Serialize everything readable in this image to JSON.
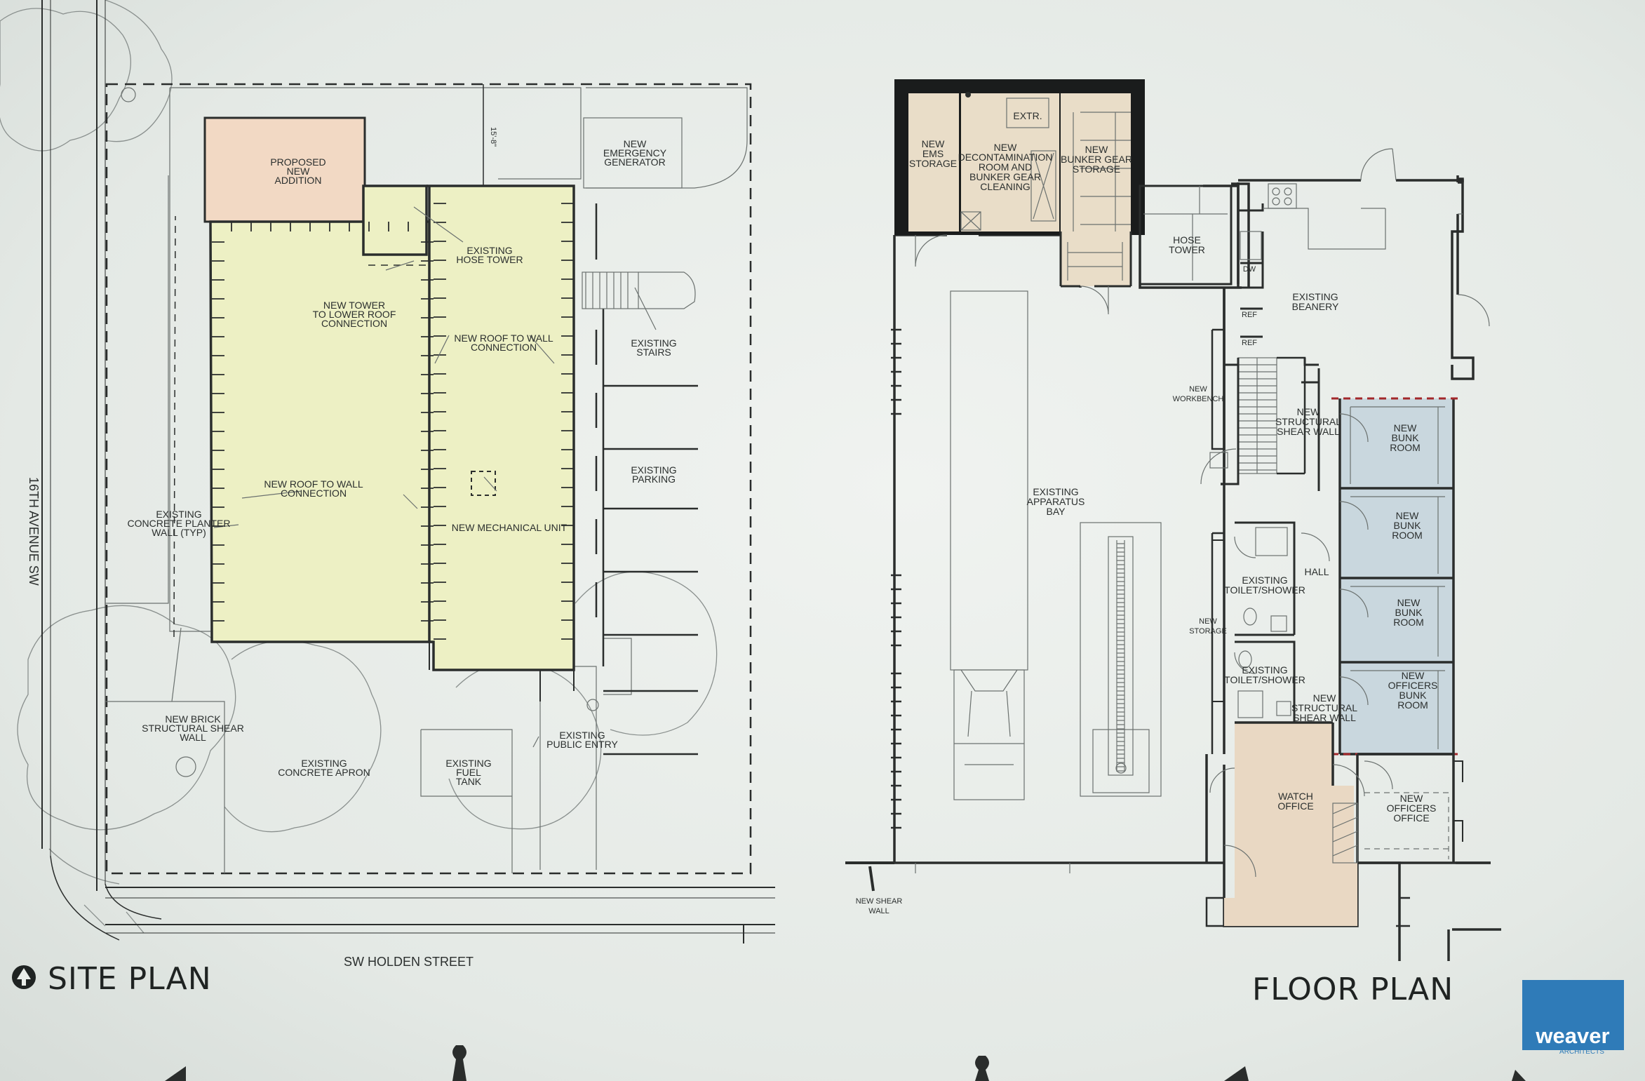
{
  "site_plan": {
    "title": "SITE PLAN",
    "north_arrow_icon": "north-arrow-icon",
    "streets": {
      "west": "16TH AVENUE SW",
      "south": "SW HOLDEN STREET"
    },
    "dimension": "15'-8\"",
    "labels": {
      "proposed_addition": [
        "PROPOSED",
        "NEW",
        "ADDITION"
      ],
      "emergency_generator": [
        "NEW",
        "EMERGENCY",
        "GENERATOR"
      ],
      "hose_tower": [
        "EXISTING",
        "HOSE TOWER"
      ],
      "tower_connection": [
        "NEW TOWER",
        "TO LOWER ROOF",
        "CONNECTION"
      ],
      "roof_wall_right": [
        "NEW ROOF TO WALL",
        "CONNECTION"
      ],
      "existing_stairs": [
        "EXISTING",
        "STAIRS"
      ],
      "existing_parking": [
        "EXISTING",
        "PARKING"
      ],
      "roof_wall_left": [
        "NEW ROOF TO WALL",
        "CONNECTION"
      ],
      "mechanical_unit": [
        "NEW MECHANICAL UNIT"
      ],
      "planter_wall": [
        "EXISTING",
        "CONCRETE PLANTER",
        "WALL (TYP)"
      ],
      "brick_shear_wall": [
        "NEW BRICK",
        "STRUCTURAL SHEAR",
        "WALL"
      ],
      "concrete_apron": [
        "EXISTING",
        "CONCRETE APRON"
      ],
      "fuel_tank": [
        "EXISTING",
        "FUEL",
        "TANK"
      ],
      "public_entry": [
        "EXISTING",
        "PUBLIC ENTRY"
      ]
    }
  },
  "floor_plan": {
    "title": "FLOOR PLAN",
    "labels": {
      "ems_storage": [
        "NEW",
        "EMS",
        "STORAGE"
      ],
      "decon_room": [
        "NEW",
        "DECONTAMINATION",
        "ROOM AND",
        "BUNKER GEAR",
        "CLEANING"
      ],
      "extr": [
        "EXTR."
      ],
      "bunker_storage": [
        "NEW",
        "BUNKER GEAR",
        "STORAGE"
      ],
      "hose_tower": [
        "HOSE",
        "TOWER"
      ],
      "dw": [
        "DW"
      ],
      "ref1": [
        "REF"
      ],
      "ref2": [
        "REF"
      ],
      "beanery": [
        "EXISTING",
        "BEANERY"
      ],
      "workbench": [
        "NEW",
        "WORKBENCH"
      ],
      "shear_wall_top": [
        "NEW",
        "STRUCTURAL",
        "SHEAR WALL"
      ],
      "bunk1": [
        "NEW",
        "BUNK",
        "ROOM"
      ],
      "bunk2": [
        "NEW",
        "BUNK",
        "ROOM"
      ],
      "bunk3": [
        "NEW",
        "BUNK",
        "ROOM"
      ],
      "officers_bunk": [
        "NEW",
        "OFFICERS",
        "BUNK",
        "ROOM"
      ],
      "apparatus_bay": [
        "EXISTING",
        "APPARATUS",
        "BAY"
      ],
      "hall": [
        "HALL"
      ],
      "toilet1": [
        "EXISTING",
        "TOILET/SHOWER"
      ],
      "new_storage": [
        "NEW",
        "STORAGE"
      ],
      "toilet2": [
        "EXISTING",
        "TOILET/SHOWER"
      ],
      "shear_wall_bottom": [
        "NEW",
        "STRUCTURAL",
        "SHEAR WALL"
      ],
      "watch_office": [
        "WATCH",
        "OFFICE"
      ],
      "officers_office": [
        "NEW",
        "OFFICERS",
        "OFFICE"
      ],
      "shear_wall_ext": [
        "NEW SHEAR",
        "WALL"
      ]
    }
  },
  "logo": {
    "name": "weaver",
    "sub": "ARCHITECTS"
  },
  "colors": {
    "addition": "#f2d9c4",
    "roof": "#edf0c4",
    "tan": "#e9ddc8",
    "bunk": "#c9d7de",
    "watch": "#e9d8c3",
    "logo": "#2f7bb8"
  }
}
